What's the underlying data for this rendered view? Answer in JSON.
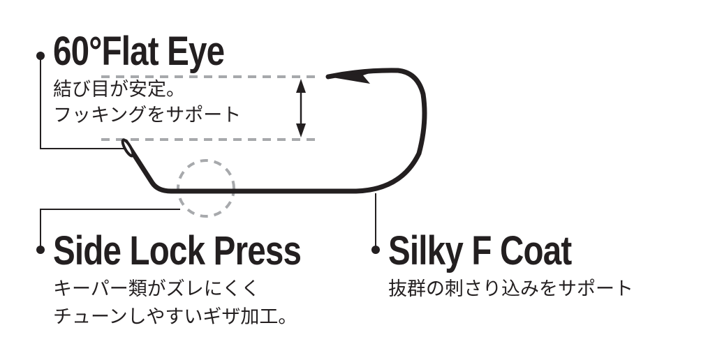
{
  "features": [
    {
      "title": "60°Flat Eye",
      "lines": [
        "結び目が安定。",
        "フッキングをサポート"
      ]
    },
    {
      "title": "Side Lock Press",
      "lines": [
        "キーパー類がズレにくく",
        "チューンしやすいギザ加工。"
      ]
    },
    {
      "title": "Silky F Coat",
      "lines": [
        "抜群の刺さり込みをサポート"
      ]
    }
  ],
  "colors": {
    "ink": "#231f20",
    "dash": "#a7a9ac"
  }
}
